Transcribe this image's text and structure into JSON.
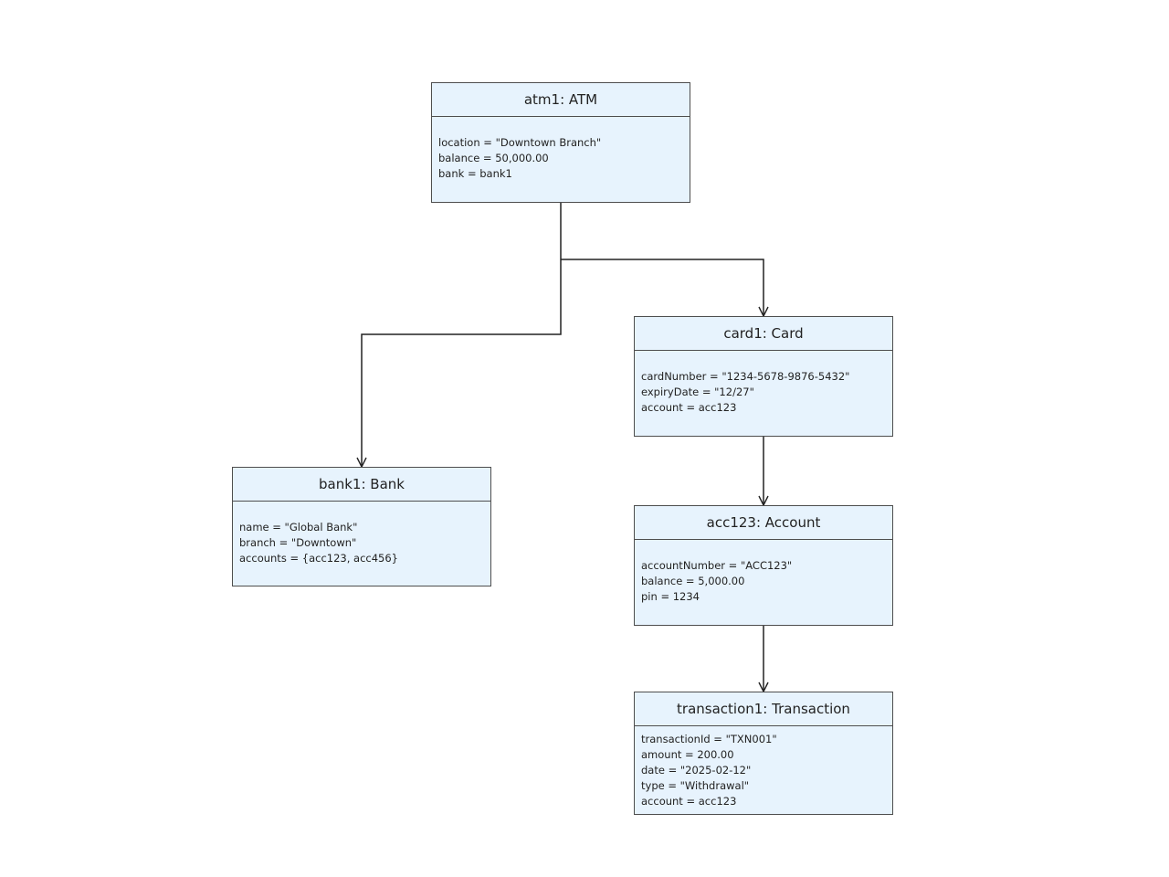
{
  "colors": {
    "box_fill": "#e7f3fd",
    "box_border": "#4e4e4e",
    "connector": "#222222",
    "text": "#222222"
  },
  "objects": {
    "atm": {
      "title": "atm1: ATM",
      "attributes": [
        "location = \"Downtown Branch\"",
        "balance = 50,000.00",
        "bank = bank1"
      ]
    },
    "card": {
      "title": "card1: Card",
      "attributes": [
        "cardNumber = \"1234-5678-9876-5432\"",
        "expiryDate = \"12/27\"",
        "account = acc123"
      ]
    },
    "bank": {
      "title": "bank1: Bank",
      "attributes": [
        "name = \"Global Bank\"",
        "branch = \"Downtown\"",
        "accounts = {acc123, acc456}"
      ]
    },
    "account": {
      "title": "acc123: Account",
      "attributes": [
        "accountNumber = \"ACC123\"",
        "balance = 5,000.00",
        "pin = 1234"
      ]
    },
    "transaction": {
      "title": "transaction1: Transaction",
      "attributes": [
        "transactionId = \"TXN001\"",
        "amount = 200.00",
        "date = \"2025-02-12\"",
        "type = \"Withdrawal\"",
        "account = acc123"
      ]
    }
  },
  "links": [
    {
      "from": "atm",
      "to": "bank"
    },
    {
      "from": "atm",
      "to": "card"
    },
    {
      "from": "card",
      "to": "account"
    },
    {
      "from": "account",
      "to": "transaction"
    }
  ]
}
